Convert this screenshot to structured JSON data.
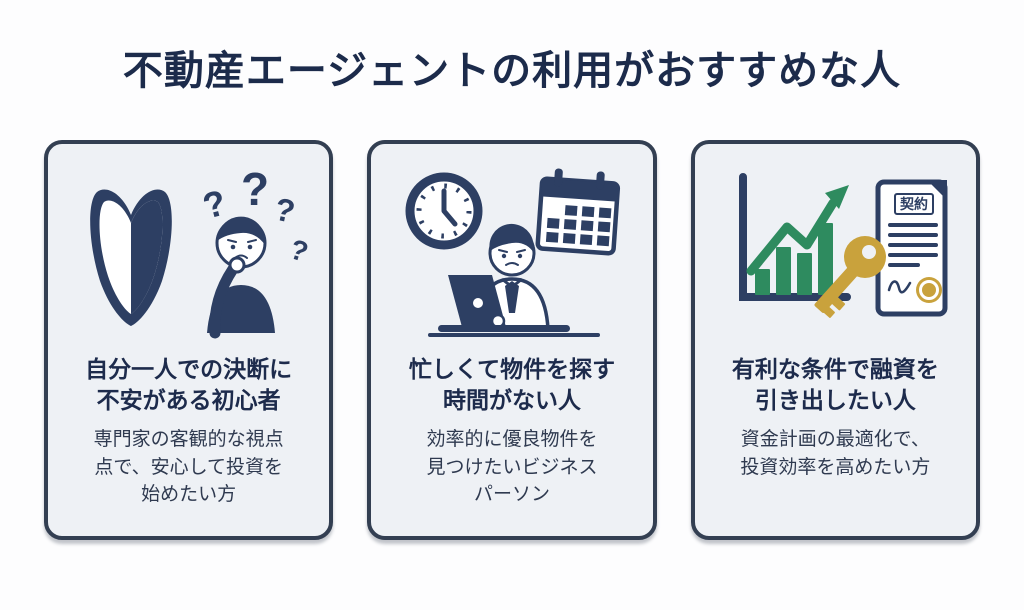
{
  "page": {
    "title": "不動産エージェントの利用がおすすめな人",
    "background_color": "#fdfdfe"
  },
  "colors": {
    "title_navy": "#1c2b4b",
    "illustration_navy": "#2d3f63",
    "card_background": "#eef1f5",
    "card_border": "#333f52",
    "green": "#2e8b5f",
    "gold": "#c9a23c"
  },
  "cards": [
    {
      "id": "beginner",
      "icons": [
        "beginner-mark-icon",
        "confused-person-icon",
        "question-marks-icon"
      ],
      "question_mark_glyph": "?",
      "heading": "自分一人での決断に\n不安がある初心者",
      "body": "専門家の客観的な視点\n点で、安心して投資を\n始めたい方"
    },
    {
      "id": "busy-businessperson",
      "icons": [
        "clock-icon",
        "calendar-icon",
        "businessman-laptop-icon"
      ],
      "heading": "忙しくて物件を探す\n時間がない人",
      "body": "効率的に優良物件を\n見つけたいビジネス\nパーソン"
    },
    {
      "id": "favorable-financing",
      "icons": [
        "growth-chart-icon",
        "key-icon",
        "contract-document-icon"
      ],
      "document_label": "契約",
      "heading": "有利な条件で融資を\n引き出したい人",
      "body": "資金計画の最適化で、\n投資効率を高めたい方"
    }
  ]
}
